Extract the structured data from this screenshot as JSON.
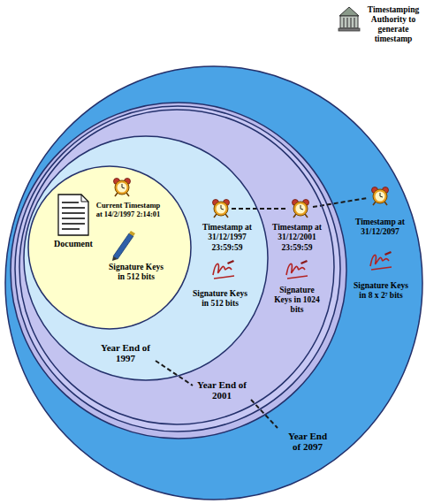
{
  "diagram": {
    "nodes": [
      {
        "text": [
          "Timestamp at 31/12/2097",
          "Signature Keys in 8 x 2⁷ bits",
          "Year End of 2097"
        ]
      },
      {
        "text": [
          "Timestamp at 31/12/2001 23:59:59",
          "Signature Keys in 1024 bits",
          "Year End of 2001"
        ],
        "in": 0
      },
      {
        "text": [
          "Timestamp at 31/12/1997 23:59:59",
          "Signature Keys in 512 bits",
          "Year End of 1997"
        ],
        "in": 1
      },
      {
        "text": [
          "Document",
          "Current Timestamp at 14/2/1997 2:14:01",
          "Signature Keys in 512 bits"
        ],
        "in": 2
      }
    ],
    "labels": [
      "Timestamping Authority to generate timestamp"
    ]
  }
}
